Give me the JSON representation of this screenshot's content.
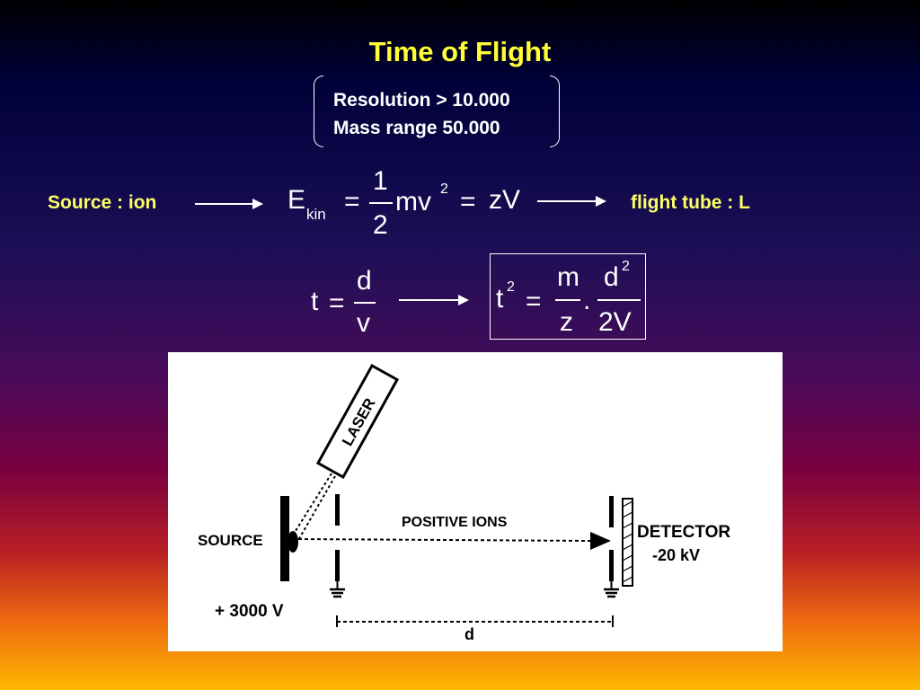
{
  "title": "Time of Flight",
  "specs": {
    "resolution": "Resolution > 10.000",
    "mass_range": "Mass range 50.000"
  },
  "flow": {
    "source_label": "Source : ion",
    "tube_label": "flight tube : L"
  },
  "equation1": {
    "E": "E",
    "kin": "kin",
    "eq1": "=",
    "num": "1",
    "den": "2",
    "mv": "mv",
    "sq": "2",
    "eq2": "=",
    "zV": "zV"
  },
  "equation2": {
    "t": "t",
    "eq": "=",
    "num": "d",
    "den": "v"
  },
  "equation3": {
    "t": "t",
    "sq": "2",
    "eq": "=",
    "m": "m",
    "z": "z",
    "dot": ".",
    "d": "d",
    "dsq": "2",
    "twoV": "2V"
  },
  "diagram": {
    "laser": "LASER",
    "source": "SOURCE",
    "positive_ions": "POSITIVE IONS",
    "detector": "DETECTOR",
    "detector_voltage": "-20 kV",
    "source_voltage": "+ 3000 V",
    "distance": "d"
  }
}
